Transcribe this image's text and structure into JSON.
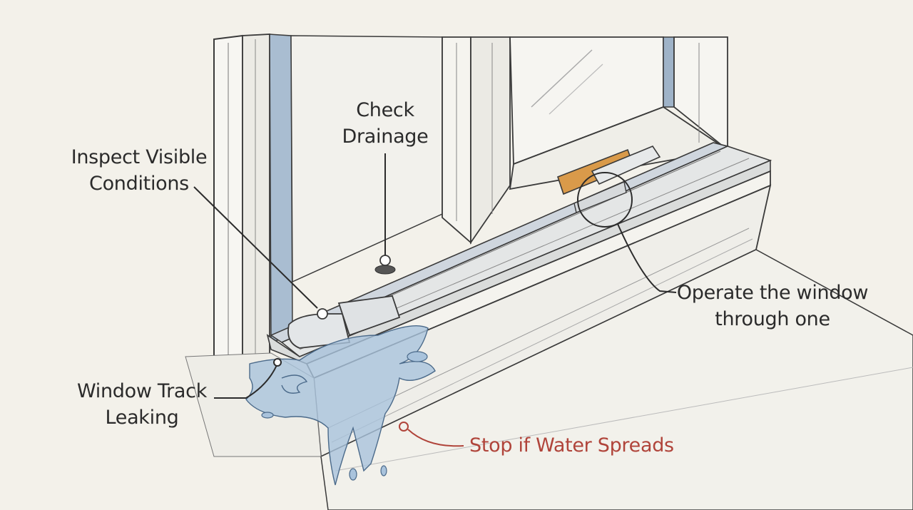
{
  "labels": {
    "check_drainage": [
      "Check",
      "Drainage"
    ],
    "inspect_conditions": [
      "Inspect Visible",
      "Conditions"
    ],
    "operate_window": [
      "Operate the window",
      "through one"
    ],
    "track_leaking": [
      "Window Track",
      "Leaking"
    ],
    "stop_water": [
      "Stop if Water Spreads"
    ]
  },
  "colors": {
    "background": "#f3f1ea",
    "ink": "#2b2b2b",
    "warning": "#b0443a",
    "glass_blue": "#9fb3c8",
    "water": "#8fb1d0",
    "weatherstrip": "#d99a4a"
  }
}
